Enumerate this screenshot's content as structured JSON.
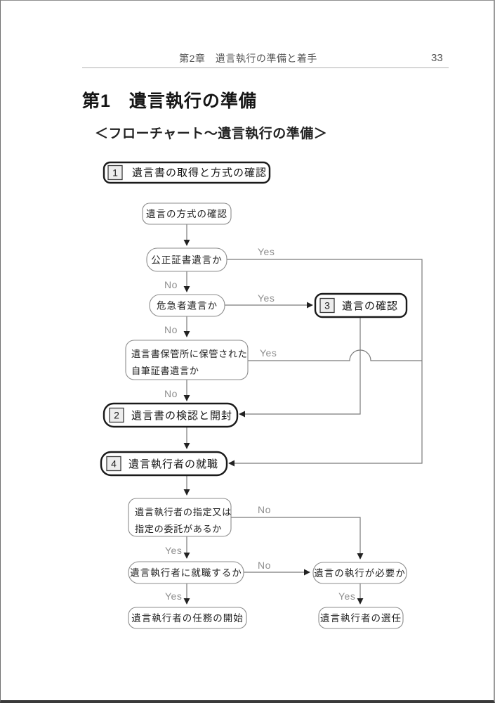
{
  "page": {
    "header_chapter": "第2章　遺言執行の準備と着手",
    "page_number": "33",
    "section_title": "第1　遺言執行の準備",
    "flowchart_title": "＜フローチャート～遺言執行の準備＞"
  },
  "labels": {
    "yes": "Yes",
    "no": "No"
  },
  "steps": {
    "s1": {
      "num": "1",
      "label": "遺言書の取得と方式の確認"
    },
    "s2": {
      "num": "2",
      "label": "遺言書の検認と開封"
    },
    "s3": {
      "num": "3",
      "label": "遺言の確認"
    },
    "s4": {
      "num": "4",
      "label": "遺言執行者の就職"
    }
  },
  "nodes": {
    "method_check": "遺言の方式の確認",
    "is_notarized": "公正証書遺言か",
    "is_emergency": "危急者遺言か",
    "stored_l1": "遺言書保管所に保管された",
    "stored_l2": "自筆証書遺言か",
    "designation_l1": "遺言執行者の指定又は",
    "designation_l2": "指定の委託があるか",
    "will_assume": "遺言執行者に就職するか",
    "exec_needed": "遺言の執行が必要か",
    "duties_start": "遺言執行者の任務の開始",
    "appoint": "遺言執行者の選任"
  },
  "colors": {
    "line": "#7a7a7a",
    "bold_border": "#1a1a1a",
    "text": "#222222",
    "yes_no_label": "#8e8e8e"
  }
}
